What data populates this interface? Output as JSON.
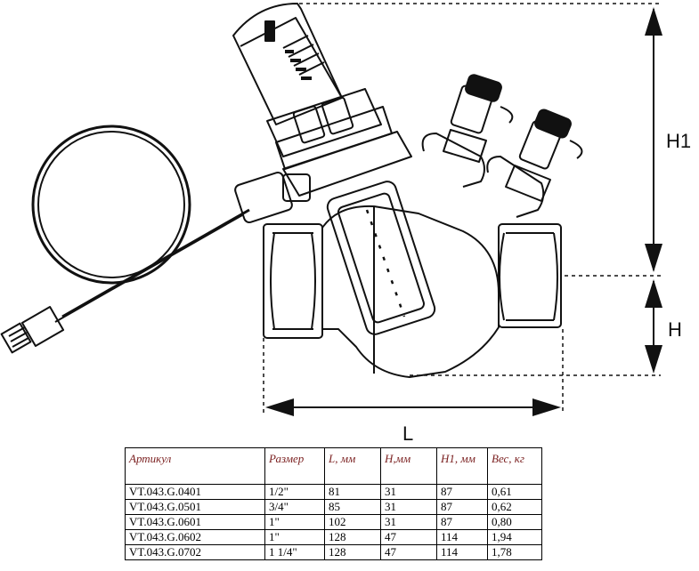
{
  "drawing": {
    "dim_h1": "H1",
    "dim_h": "H",
    "dim_l": "L"
  },
  "table": {
    "headers": [
      "Артикул",
      "Размер",
      "L, мм",
      "H,мм",
      "H1, мм",
      "Вес, кг"
    ],
    "rows": [
      [
        "VT.043.G.0401",
        "1/2\"",
        "81",
        "31",
        "87",
        "0,61"
      ],
      [
        "VT.043.G.0501",
        "3/4\"",
        "85",
        "31",
        "87",
        "0,62"
      ],
      [
        "VT.043.G.0601",
        "1\"",
        "102",
        "31",
        "87",
        "0,80"
      ],
      [
        "VT.043.G.0602",
        "1\"",
        "128",
        "47",
        "114",
        "1,94"
      ],
      [
        "VT.043.G.0702",
        "1 1/4\"",
        "128",
        "47",
        "114",
        "1,78"
      ]
    ]
  }
}
